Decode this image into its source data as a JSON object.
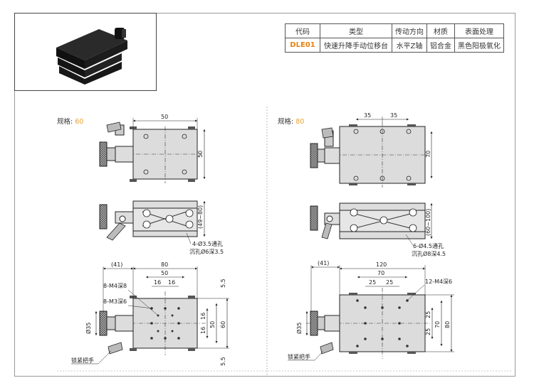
{
  "table": {
    "headers": [
      "代码",
      "类型",
      "传动方向",
      "材质",
      "表面处理"
    ],
    "row": {
      "code": "DLE01",
      "type": "快速升降手动位移台",
      "direction": "水平Z轴",
      "material": "铝合金",
      "surface": "黑色阳极氧化"
    }
  },
  "spec60": {
    "label": "规格:",
    "value": "60",
    "top": {
      "width": "50",
      "height": "50"
    },
    "side": {
      "range": "(49~80)",
      "hole1": "4-Ø3.5通孔",
      "hole2": "沉孔Ø6深3.5"
    },
    "bottom": {
      "offset": "(41)",
      "w80": "80",
      "w50": "50",
      "w16a": "16",
      "w16b": "16",
      "m4": "8-M4深8",
      "m3": "8-M3深6",
      "d35": "Ø35",
      "h55a": "5.5",
      "h16a": "16",
      "h16b": "16",
      "h50": "50",
      "h60": "60",
      "h55b": "5.5",
      "lock": "锁紧把手"
    }
  },
  "spec80": {
    "label": "规格:",
    "value": "80",
    "top": {
      "w35a": "35",
      "w35b": "35",
      "height": "70"
    },
    "side": {
      "range": "(60~100)",
      "hole1": "6-Ø4.5通孔",
      "hole2": "沉孔Ø8深4.5"
    },
    "bottom": {
      "offset": "(41)",
      "w120": "120",
      "w70": "70",
      "w25a": "25",
      "w25b": "25",
      "m4": "12-M4深6",
      "d35": "Ø35",
      "h25a": "25",
      "h70": "70",
      "h25b": "25",
      "h80": "80",
      "lock": "锁紧把手"
    }
  },
  "colors": {
    "accent": "#e8820e",
    "line": "#222222",
    "body": "#dcdcdc"
  }
}
